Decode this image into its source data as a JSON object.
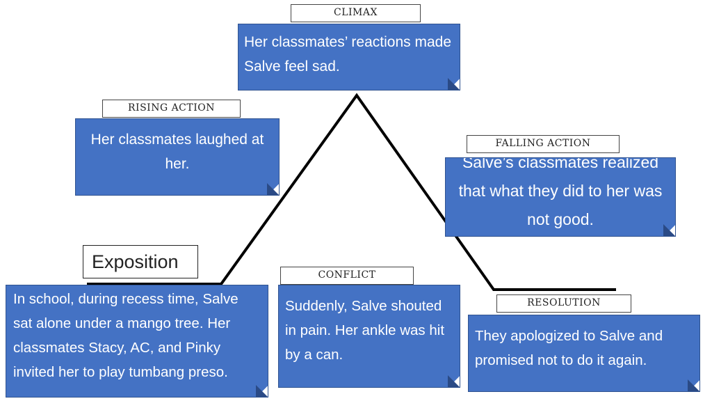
{
  "stages": {
    "climax": {
      "label": "CLIMAX",
      "text": "Her classmates’ reactions made Salve feel sad."
    },
    "rising_action": {
      "label": "RISING ACTION",
      "text": "Her classmates laughed at her."
    },
    "falling_action": {
      "label": "FALLING ACTION",
      "text": "Salve’s classmates realized that what they did to her was not good."
    },
    "exposition": {
      "label": "Exposition",
      "text": "In school, during recess time, Salve sat alone under a mango tree. Her classmates Stacy, AC, and Pinky invited her to play tumbang preso."
    },
    "conflict": {
      "label": "CONFLICT",
      "text": "Suddenly, Salve shouted in pain. Her ankle was hit by a can."
    },
    "resolution": {
      "label": "RESOLUTION",
      "text": "They apologized to Salve and promised not to do it again."
    }
  },
  "colors": {
    "note_fill": "#4472c4",
    "note_border": "#2f528f",
    "line": "#000000"
  }
}
